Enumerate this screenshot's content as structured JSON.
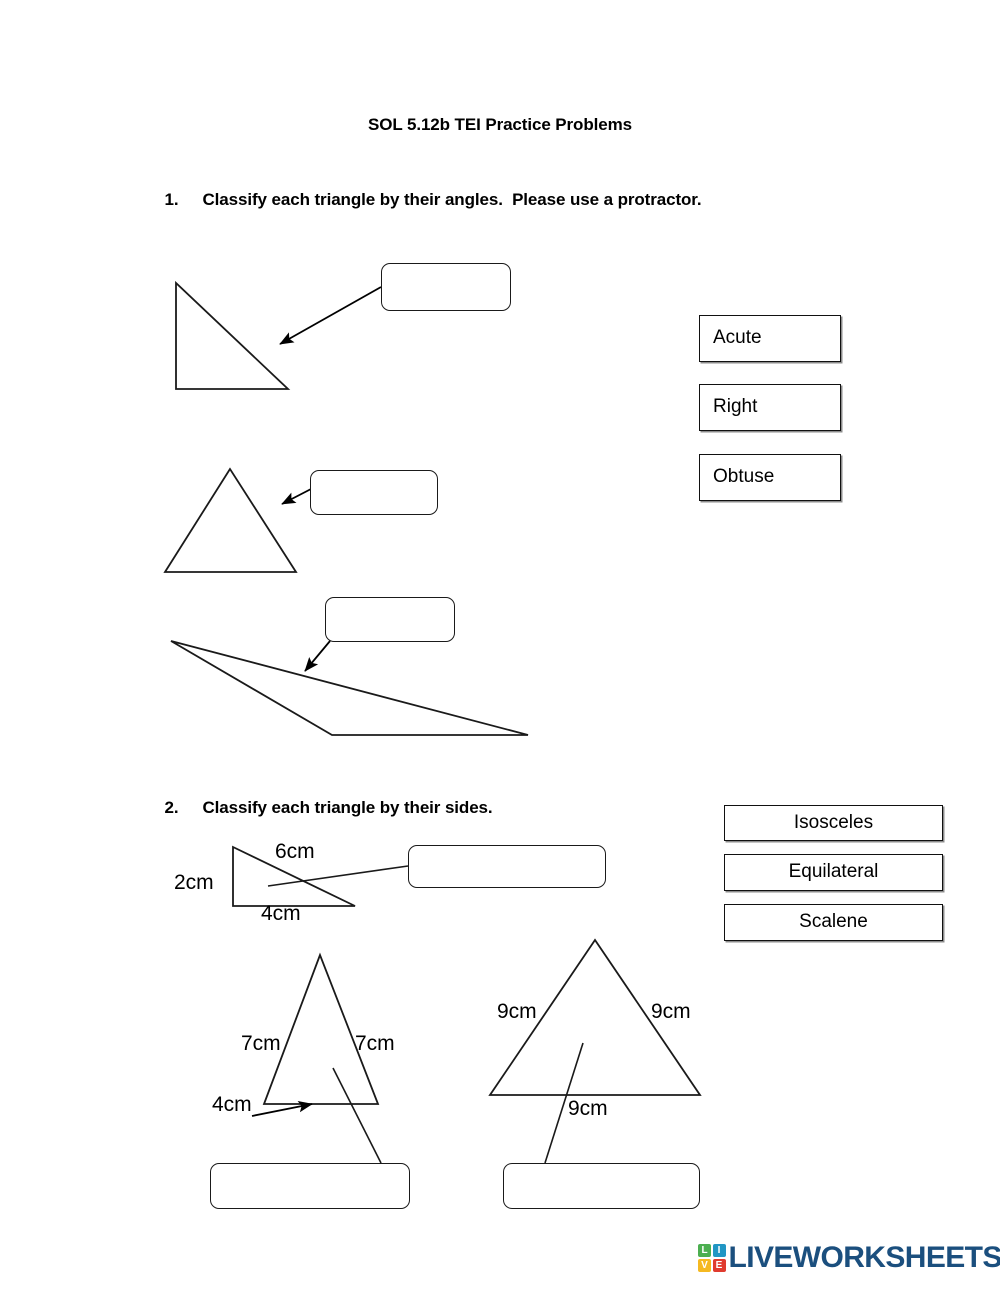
{
  "document": {
    "title": "SOL 5.12b TEI Practice Problems"
  },
  "questions": [
    {
      "number": "1.",
      "text": "Classify each triangle by their angles.  Please use a protractor."
    },
    {
      "number": "2.",
      "text": "Classify each triangle by their sides."
    }
  ],
  "angle_word_bank": {
    "options": [
      {
        "label": "Acute"
      },
      {
        "label": "Right"
      },
      {
        "label": "Obtuse"
      }
    ]
  },
  "side_word_bank": {
    "options": [
      {
        "label": "Isosceles"
      },
      {
        "label": "Equilateral"
      },
      {
        "label": "Scalene"
      }
    ]
  },
  "angle_triangles": [
    {
      "name": "right-triangle",
      "answer_value": ""
    },
    {
      "name": "acute-triangle",
      "answer_value": ""
    },
    {
      "name": "obtuse-triangle",
      "answer_value": ""
    }
  ],
  "side_triangles": [
    {
      "name": "scalene-triangle",
      "side_labels": [
        "2cm",
        "6cm",
        "4cm"
      ],
      "answer_value": ""
    },
    {
      "name": "isosceles-triangle",
      "side_labels": [
        "7cm",
        "7cm",
        "4cm"
      ],
      "answer_value": ""
    },
    {
      "name": "equilateral-triangle",
      "side_labels": [
        "9cm",
        "9cm",
        "9cm"
      ],
      "answer_value": ""
    }
  ],
  "measurements": {
    "t1_left": "2cm",
    "t1_hyp": "6cm",
    "t1_base": "4cm",
    "t2_left": "7cm",
    "t2_right": "7cm",
    "t2_base": "4cm",
    "t3_left": "9cm",
    "t3_right": "9cm",
    "t3_base": "9cm"
  },
  "footer": {
    "brand": "LIVEWORKSHEETS",
    "mark_letters": [
      "L",
      "I",
      "V",
      "E"
    ],
    "mark_colors": [
      "#4caf50",
      "#2196c4",
      "#f5b921",
      "#e03b2f"
    ],
    "brand_color": "#1b4f7e"
  }
}
